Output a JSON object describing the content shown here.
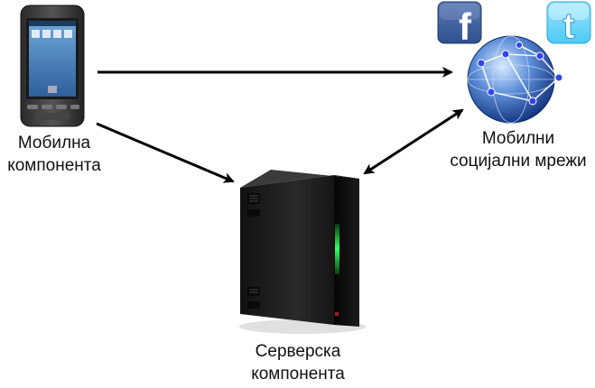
{
  "nodes": {
    "mobile": {
      "icon": "smartphone-icon",
      "label_lines": [
        "Мобилна",
        "компонента"
      ]
    },
    "social": {
      "icon": "globe-network-icon",
      "label_lines": [
        "Мобилни",
        "социјални мрежи"
      ],
      "badges": [
        {
          "icon": "facebook-icon",
          "text": "f",
          "color": "#3b5998"
        },
        {
          "icon": "twitter-icon",
          "text": "t",
          "color": "#33ccff"
        }
      ]
    },
    "server": {
      "icon": "server-tower-icon",
      "label_lines": [
        "Серверска",
        "компонента"
      ]
    }
  },
  "edges": [
    {
      "from": "mobile",
      "to": "social",
      "direction": "forward"
    },
    {
      "from": "mobile",
      "to": "server",
      "direction": "forward"
    },
    {
      "from": "server",
      "to": "social",
      "direction": "both"
    }
  ],
  "colors": {
    "arrow": "#000000",
    "server_led": "#22ee55",
    "globe": "#1d4fa8",
    "network_nodes": "#3344ee"
  }
}
